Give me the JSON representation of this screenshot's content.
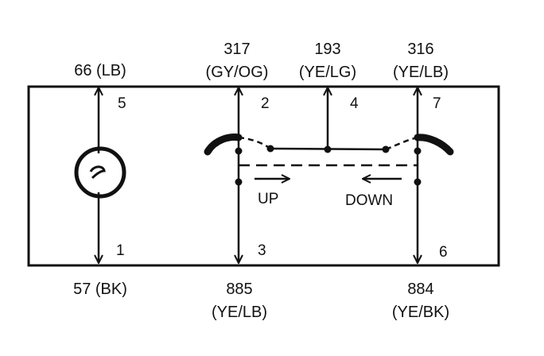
{
  "top_wires": [
    {
      "circuit": "66 (LB)",
      "color_code": ""
    },
    {
      "circuit": "317",
      "color_code": "(GY/OG)"
    },
    {
      "circuit": "193",
      "color_code": "(YE/LG)"
    },
    {
      "circuit": "316",
      "color_code": "(YE/LB)"
    }
  ],
  "bottom_wires": [
    {
      "circuit": "57 (BK)",
      "color_code": ""
    },
    {
      "circuit": "885",
      "color_code": "(YE/LB)"
    },
    {
      "circuit": "884",
      "color_code": "(YE/BK)"
    }
  ],
  "pins": [
    "5",
    "2",
    "4",
    "7",
    "1",
    "3",
    "6"
  ],
  "directions": {
    "up": "UP",
    "down": "DOWN"
  },
  "colors": {
    "line": "#111111",
    "background": "#ffffff"
  }
}
